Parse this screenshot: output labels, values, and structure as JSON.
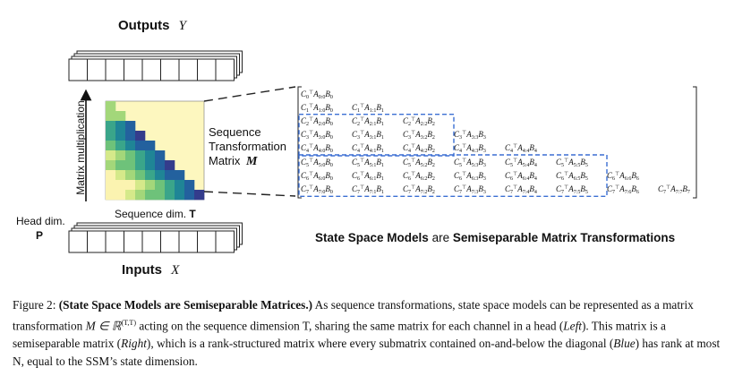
{
  "figure": {
    "outputs_label": "Outputs",
    "outputs_var": "Y",
    "inputs_label": "Inputs",
    "inputs_var": "X",
    "head_dim_label": "Head dim.",
    "head_dim_var": "P",
    "seq_dim_label": "Sequence dim.",
    "seq_dim_var": "T",
    "matmul_label": "Matrix multiplication",
    "seq_transform_line1": "Sequence",
    "seq_transform_line2": "Transformation",
    "seq_transform_line3": "Matrix",
    "seq_transform_var": "M",
    "title_part1": "State Space Models",
    "title_part2": "are",
    "title_part3": "Semiseparable Matrix Transformations",
    "matrix_size": 8,
    "heatmap_n": 10,
    "heatmap_colors": [
      "#fbf3b0",
      "#d5e98a",
      "#a3d77a",
      "#6ec27a",
      "#3aa58a",
      "#1f8596",
      "#23619e",
      "#343c8c"
    ],
    "blue_box_color": "#3b6fd3",
    "line_color": "#333333"
  },
  "caption": {
    "label": "Figure 2:",
    "bold_title": "(State Space Models are Semiseparable Matrices.)",
    "text1": "As sequence transformations, state space models can be represented as a matrix transformation",
    "math_M": "M ∈ ℝ",
    "math_sup": "(T,T)",
    "text2": "acting on the sequence dimension T, sharing the same matrix for each channel in a head (",
    "left": "Left",
    "text3": "). This matrix is a semiseparable matrix (",
    "right": "Right",
    "text4": "), which is a rank-structured matrix where every submatrix contained on-and-below the diagonal (",
    "blue": "Blue",
    "text5": ") has rank at most N, equal to the SSM’s state dimension."
  }
}
